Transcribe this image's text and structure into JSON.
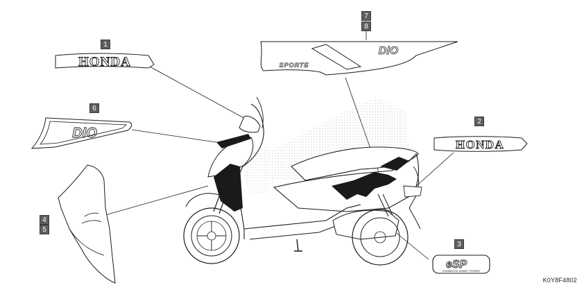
{
  "callouts": {
    "c1": "1",
    "c2": "2",
    "c3": "3",
    "c4": "4",
    "c5": "5",
    "c6": "6",
    "c7": "7",
    "c8": "8"
  },
  "decals": {
    "honda_front": "HONDA",
    "honda_side": "HONDA",
    "dio_logo": "DIO",
    "sporte_text": "SPORTE",
    "esp_logo": "eSP",
    "esp_tagline": "ENHANCED SMART POWER"
  },
  "part_code": "K0Y8F4802",
  "colors": {
    "line": "#1a1a1a",
    "callout_fill": "#5e5e5e",
    "dark_decal": "#1a1a1a",
    "stipple": "#9a9a9a"
  }
}
